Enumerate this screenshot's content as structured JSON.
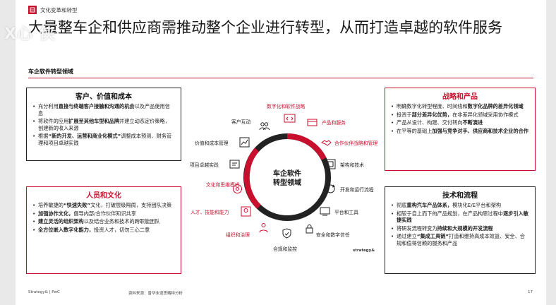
{
  "header": {
    "section": "文化变革和转型"
  },
  "title": "大量整车企和供应商需推动整个企业进行转型，从而打造卓越的软件服务",
  "watermark": "X心 侠",
  "section_title": "车企软件转型领域",
  "boxes": {
    "customer": {
      "title": "客户、价值和成本",
      "items": [
        [
          "充分利用",
          "直接与终端客户接触和沟通的机会",
          "以及产品使用信息"
        ],
        [
          "将软件的应用",
          "扩展至其他车型和品牌",
          "并建立动态定价策略，创建新的收入来源"
        ],
        [
          "根据",
          "“新的开发、运营和商业化模式”",
          "调整成本预测、财务管理和项目卓越实践"
        ]
      ]
    },
    "people": {
      "title": "人员和文化",
      "items": [
        [
          "培养敏捷的",
          "“快速失败”",
          "文化，打破层级隔阂，支持团队决策"
        ],
        [
          "",
          "加强协作文化，",
          "倡导内部/合作伙伴知识共享"
        ],
        [
          "",
          "建立灵活的组织架构",
          "以及结合业务和技术的跨职能团队"
        ],
        [
          "",
          "全方位嵌入数字化能力，",
          "投资人才，切勿三心二意"
        ]
      ]
    },
    "strategy": {
      "title": "战略和产品",
      "items": [
        [
          "明确数字化转型程度、时间线和",
          "数字化品牌的差异化领域",
          ""
        ],
        [
          "投资于",
          "部分差异化优势，",
          "在非差异化领域采用协作模式"
        ],
        [
          "产品从设计、构建、交付转向",
          "不断演进",
          ""
        ],
        [
          "在平等的基础上",
          "加强与竞争对手、供应商和技术企业的合作",
          ""
        ]
      ]
    },
    "tech": {
      "title": "技术和流程",
      "items": [
        [
          "彻底",
          "重构汽车产品体系，",
          "模块化E/E平台和架构"
        ],
        [
          "相较于自上而下的产品规划，在产品构思过程中",
          "逐步引入敏捷实践",
          ""
        ],
        [
          "将研发流程转变为",
          "持续和大规模的开发流程",
          ""
        ],
        [
          "通过建立",
          "“集成工具链”",
          "打造和维持高成本效益、安全、合规和值得信赖的服务和产品"
        ]
      ]
    }
  },
  "wheel": {
    "center_line1": "车企软件",
    "center_line2": "转型领域",
    "labels": {
      "digital": "数字化和软件战略",
      "product": "产品和服务",
      "partner": "合作伙伴战略和管理",
      "arch": "架构和技术",
      "devops": "开发和运行流程",
      "platform": "平台和工具",
      "security": "安全和数字信任",
      "compliance": "合规和监控",
      "org": "组织和治理",
      "talent": "人才、技能和能力",
      "culture": "文化和思维模式",
      "project": "项目卓越实践",
      "value": "价值和成本管理",
      "customer": "客户互动"
    }
  },
  "logo": "strategy&",
  "footer": {
    "left": "Strategy& | PwC",
    "source": "资料来源：普华永道思略特分析",
    "page": "17"
  },
  "colors": {
    "accent": "#c8102e",
    "dark": "#222222"
  }
}
